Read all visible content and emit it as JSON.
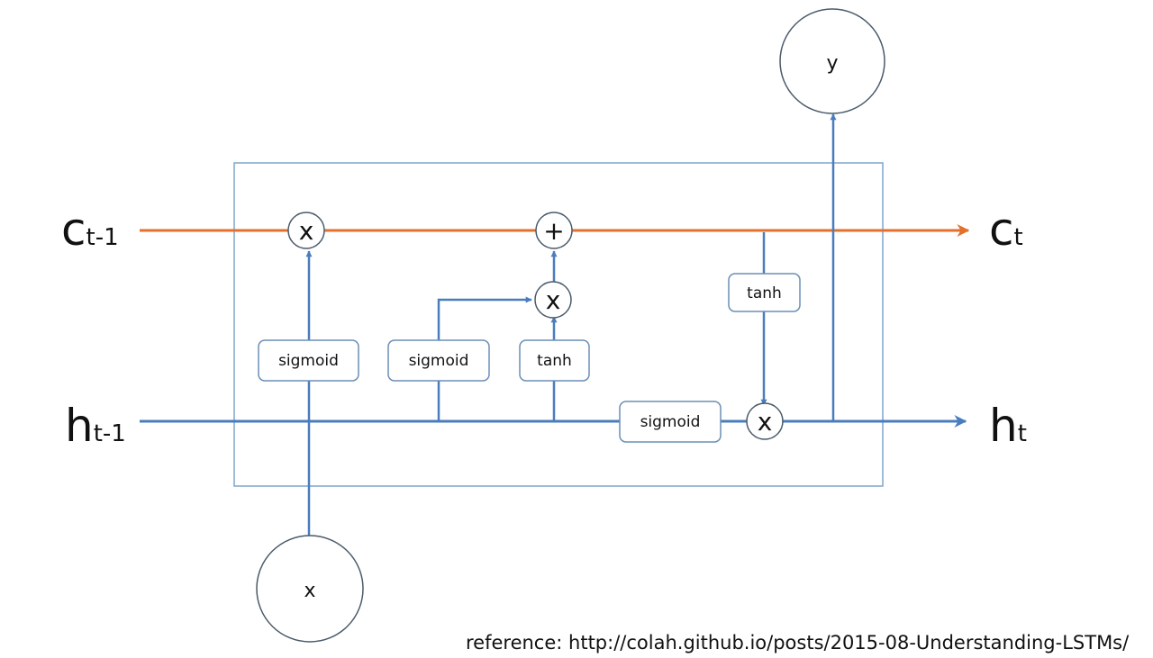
{
  "colors": {
    "cell_state_line": "#e3702b",
    "hidden_line": "#4a7dbd",
    "cell_border": "#7fa6cc",
    "node_stroke": "#4a5a6a",
    "box_stroke": "#6b8fb5",
    "text": "#111111"
  },
  "labels": {
    "c_prev": {
      "main": "c",
      "sub": "t-1"
    },
    "c_next": {
      "main": "c",
      "sub": "t"
    },
    "h_prev": {
      "main": "h",
      "sub": "t-1"
    },
    "h_next": {
      "main": "h",
      "sub": "t"
    }
  },
  "nodes": {
    "input": "x",
    "output": "y"
  },
  "operators": {
    "forget_multiply": "x",
    "cell_add": "+",
    "input_multiply": "x",
    "output_multiply": "x"
  },
  "gates": {
    "forget_gate": "sigmoid",
    "input_gate": "sigmoid",
    "candidate": "tanh",
    "output_gate": "sigmoid",
    "cell_tanh": "tanh"
  },
  "reference": "reference: http://colah.github.io/posts/2015-08-Understanding-LSTMs/"
}
